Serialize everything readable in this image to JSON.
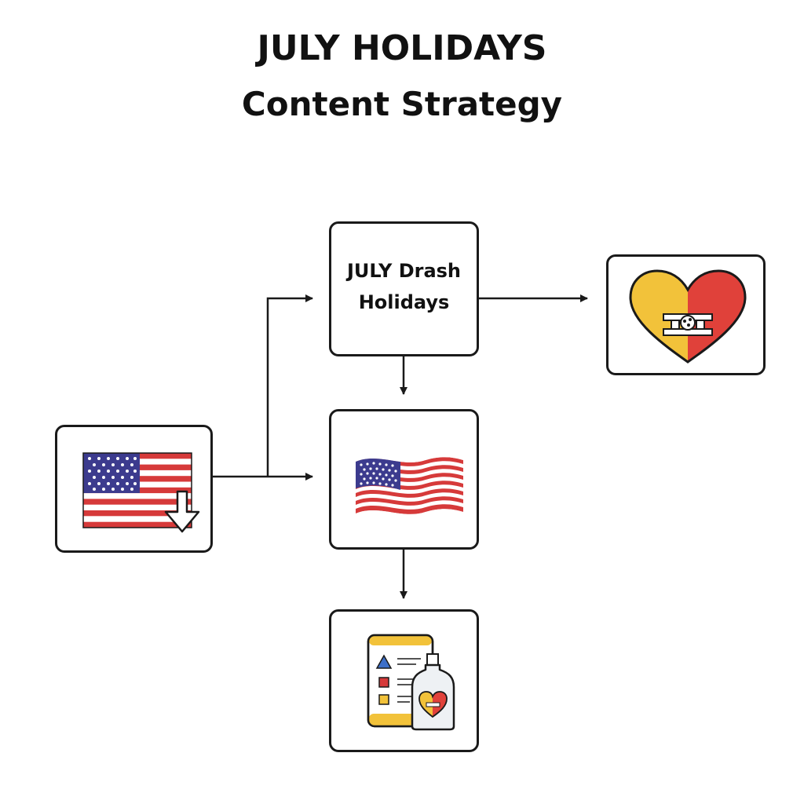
{
  "title": {
    "main": "JULY HOLIDAYS",
    "sub": "Content Strategy"
  },
  "nodes": {
    "top": {
      "line1": "JULY Drash",
      "line2": "Holidays"
    },
    "left": {
      "icon": "us-flag-download-icon"
    },
    "middle": {
      "icon": "us-flag-waving-icon"
    },
    "right": {
      "icon": "heart-icon"
    },
    "bottom": {
      "icon": "checklist-bottle-icon"
    }
  },
  "colors": {
    "stroke": "#1a1a1a",
    "flag_red": "#d63a3a",
    "flag_blue": "#3c3b8e",
    "heart_yellow": "#f2c23a",
    "heart_red": "#e0413a",
    "accent_blue": "#3d6fc9"
  }
}
